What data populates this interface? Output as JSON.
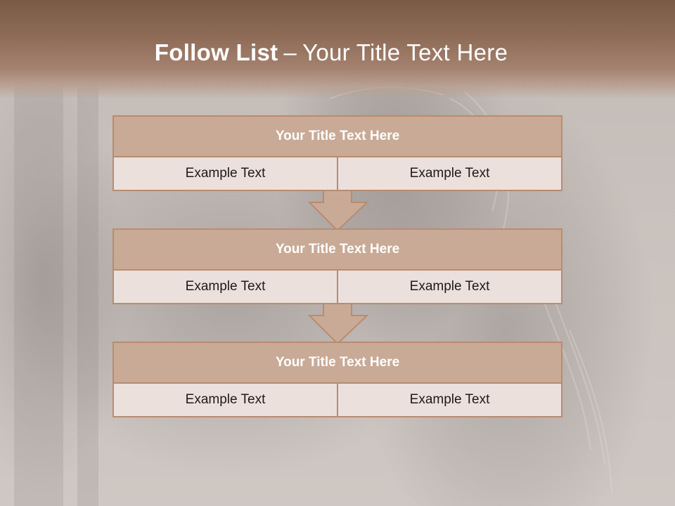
{
  "slide": {
    "title_bold": "Follow List",
    "title_separator": "–",
    "title_rest": "Your Title Text Here"
  },
  "colors": {
    "banner": "#8d6a55",
    "box_border": "#b88c70",
    "box_header": "#c9aa96",
    "box_body": "#ebe0dc"
  },
  "steps": [
    {
      "title": "Your Title Text Here",
      "left": "Example Text",
      "right": "Example Text"
    },
    {
      "title": "Your Title Text Here",
      "left": "Example Text",
      "right": "Example Text"
    },
    {
      "title": "Your Title Text Here",
      "left": "Example Text",
      "right": "Example Text"
    }
  ]
}
